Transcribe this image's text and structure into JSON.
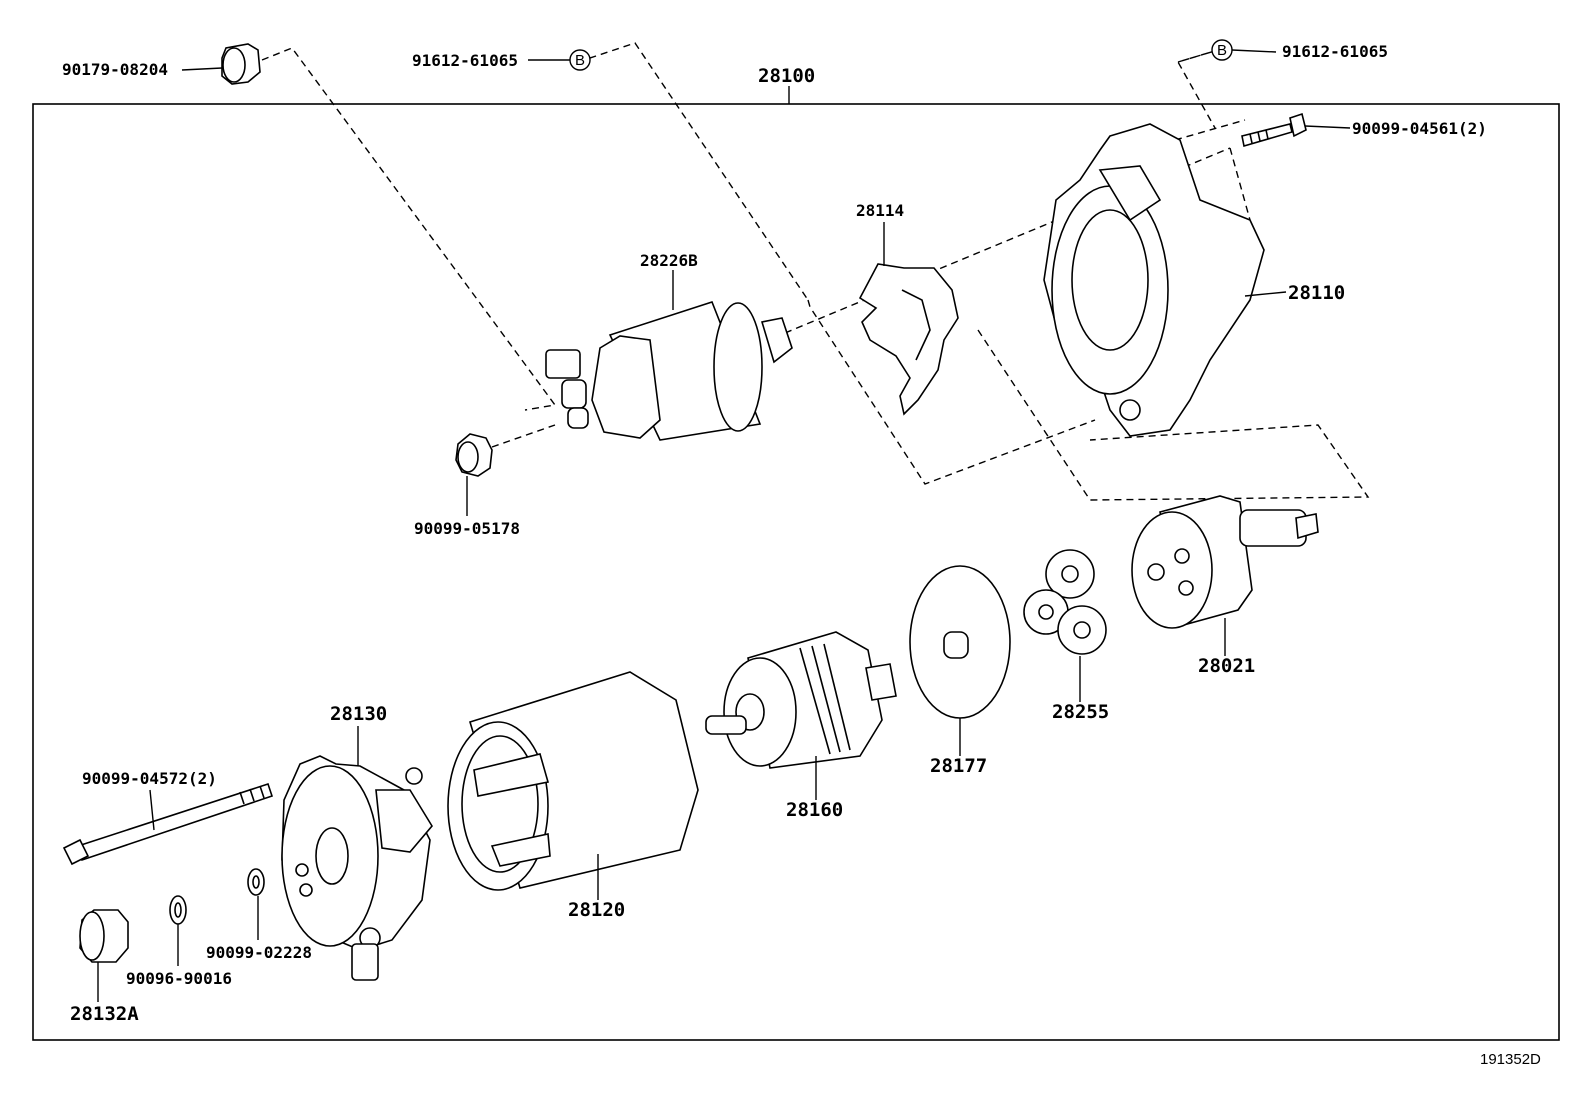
{
  "diagram": {
    "assembly_label": "28100",
    "reference_code": "191352D",
    "symbol_letter": "B",
    "parts": [
      {
        "id": "p_90179_08204",
        "number": "90179-08204"
      },
      {
        "id": "p_91612_left",
        "number": "91612-61065"
      },
      {
        "id": "p_91612_right",
        "number": "91612-61065"
      },
      {
        "id": "p_90099_04561",
        "number": "90099-04561(2)"
      },
      {
        "id": "p_28114",
        "number": "28114"
      },
      {
        "id": "p_28226B",
        "number": "28226B"
      },
      {
        "id": "p_28110",
        "number": "28110"
      },
      {
        "id": "p_90099_05178",
        "number": "90099-05178"
      },
      {
        "id": "p_28021",
        "number": "28021"
      },
      {
        "id": "p_28255",
        "number": "28255"
      },
      {
        "id": "p_28177",
        "number": "28177"
      },
      {
        "id": "p_28160",
        "number": "28160"
      },
      {
        "id": "p_28130",
        "number": "28130"
      },
      {
        "id": "p_90099_04572",
        "number": "90099-04572(2)"
      },
      {
        "id": "p_28120",
        "number": "28120"
      },
      {
        "id": "p_90099_02228",
        "number": "90099-02228"
      },
      {
        "id": "p_90096_90016",
        "number": "90096-90016"
      },
      {
        "id": "p_28132A",
        "number": "28132A"
      }
    ]
  }
}
